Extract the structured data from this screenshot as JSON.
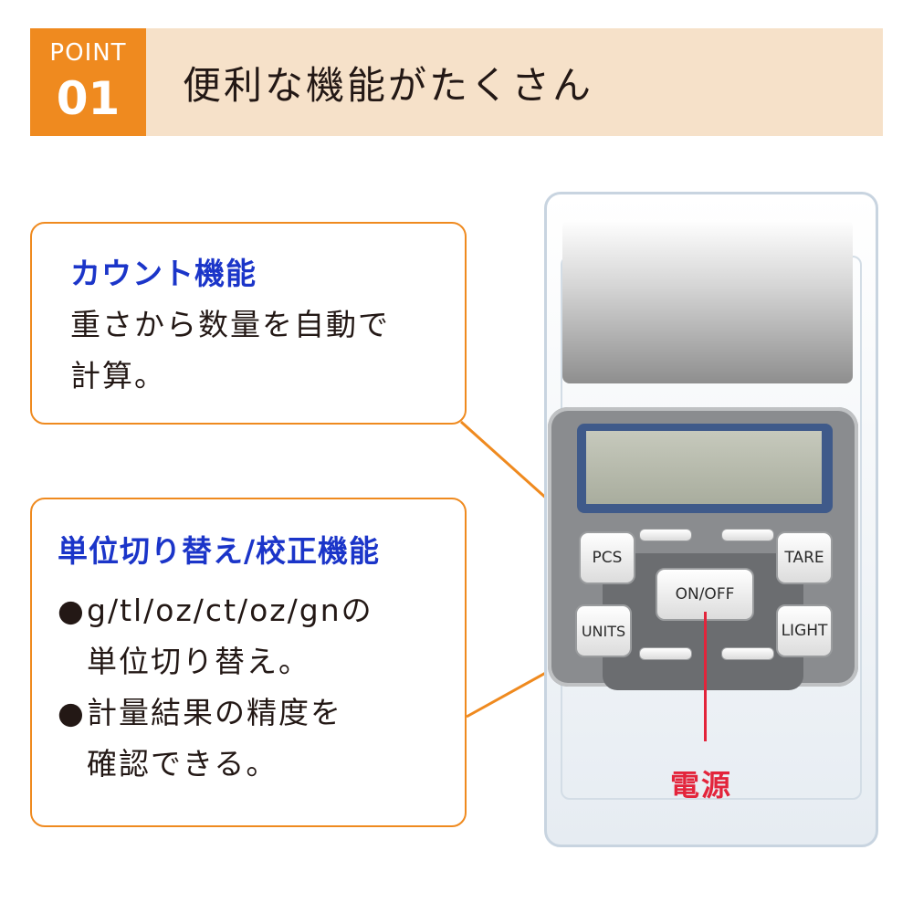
{
  "header": {
    "badge_word": "POINT",
    "badge_number": "01",
    "title": "便利な機能がたくさん"
  },
  "callouts": [
    {
      "title": "カウント機能",
      "lines": [
        "重さから数量を自動で",
        "計算。"
      ]
    },
    {
      "title": "単位切り替え/校正機能",
      "bullets": [
        {
          "bullet": "●",
          "line1": "g/tl/oz/ct/oz/gnの",
          "line2": "単位切り替え。"
        },
        {
          "bullet": "●",
          "line1": "計量結果の精度を",
          "line2": "確認できる。"
        }
      ]
    }
  ],
  "scale_buttons": {
    "pcs": "PCS",
    "tare": "TARE",
    "on_off": "ON/OFF",
    "units": "UNITS",
    "light": "LIGHT"
  },
  "power_label": "電源",
  "colors": {
    "accent_orange": "#ef8a1f",
    "banner_beige": "#f6e1c9",
    "title_blue": "#1b35c9",
    "power_red": "#e3243b"
  }
}
